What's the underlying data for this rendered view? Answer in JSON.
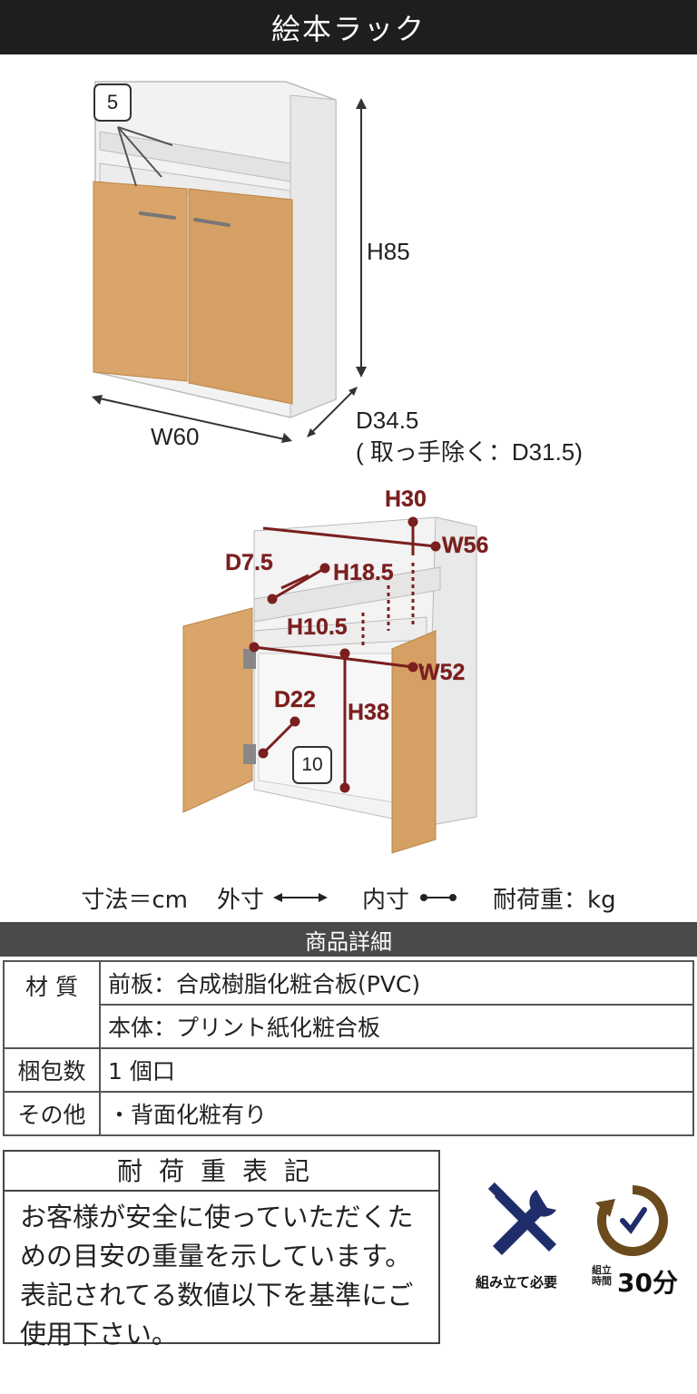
{
  "header": {
    "title": "絵本ラック"
  },
  "outer_dims": {
    "height": "H85",
    "width": "W60",
    "depth": "D34.5",
    "depth_note": "( 取っ手除く：D31.5)",
    "load_top": "5"
  },
  "inner_dims": {
    "h30": "H30",
    "w56": "W56",
    "d7_5": "D7.5",
    "h18_5": "H18.5",
    "h10_5": "H10.5",
    "w52": "W52",
    "d22": "D22",
    "h38": "H38",
    "load_bottom": "10"
  },
  "legend": {
    "units": "寸法＝cm",
    "outer": "外寸",
    "inner": "内寸",
    "load": "耐荷重：kg"
  },
  "details": {
    "title": "商品詳細",
    "rows": [
      {
        "label": "材 質",
        "value": "前板：合成樹脂化粧合板(PVC)"
      },
      {
        "label": "",
        "value": "本体：プリント紙化粧合板"
      },
      {
        "label": "梱包数",
        "value": "1 個口"
      },
      {
        "label": "その他",
        "value": "・背面化粧有り"
      }
    ]
  },
  "load_notice": {
    "title": "耐荷重表記",
    "text": "お客様が安全に使っていただくための目安の重量を示しています。表記されてる数値以下を基準にご使用下さい。"
  },
  "icons": {
    "assembly": {
      "name": "tools-icon",
      "caption": "組み立て必要",
      "color": "#1f2d6b"
    },
    "time": {
      "name": "clock-icon",
      "small": "組立時間",
      "value": "30分",
      "color": "#6b4a1c"
    }
  },
  "colors": {
    "wood": "#d9a56a",
    "red": "#7a1f1f",
    "header_bg": "#1e1e1e"
  }
}
